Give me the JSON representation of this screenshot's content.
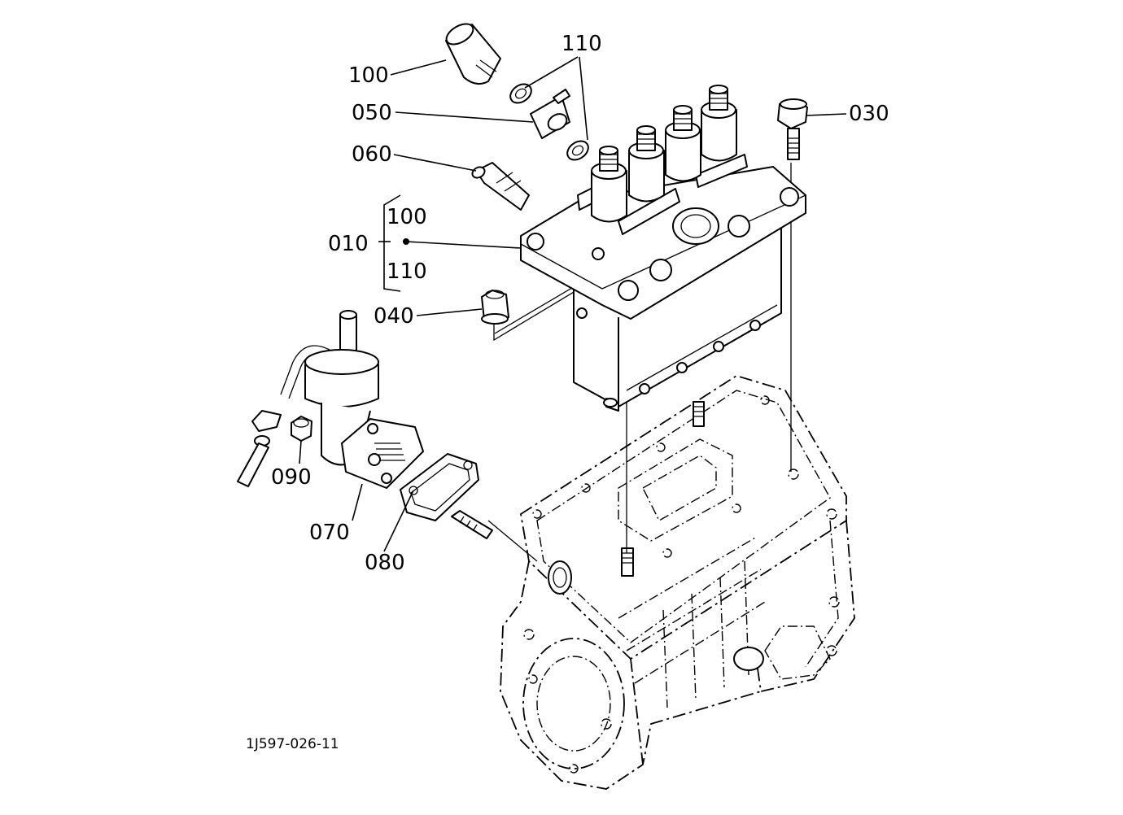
{
  "callouts": {
    "c100a": "100",
    "c110a": "110",
    "c050": "050",
    "c030": "030",
    "c060": "060",
    "c100b": "100",
    "c010": "010",
    "c110b": "110",
    "c040": "040",
    "c090": "090",
    "c070": "070",
    "c080": "080"
  },
  "figure_code": "1J597-026-11"
}
